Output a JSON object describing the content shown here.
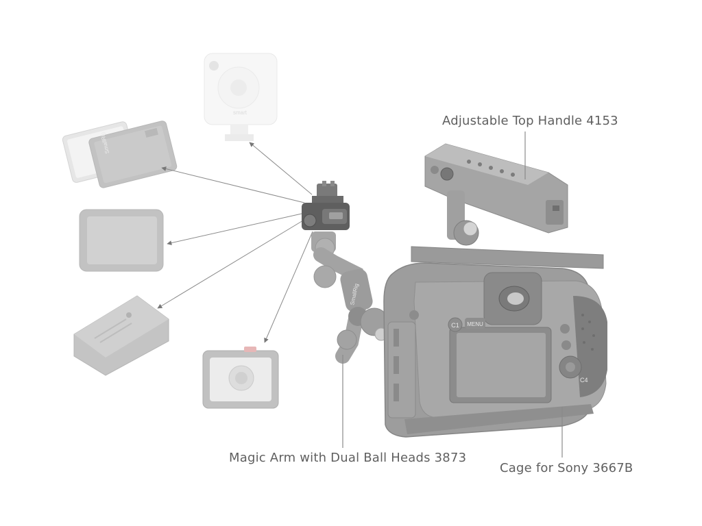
{
  "labels": {
    "top_handle": "Adjustable Top Handle 4153",
    "magic_arm": "Magic Arm with Dual Ball Heads 3873",
    "cage": "Cage for Sony 3667B"
  },
  "product_markings": {
    "brand": "SmallRig",
    "light_brand": "smart",
    "camera_buttons": [
      "C1",
      "MENU",
      "C4"
    ]
  },
  "colors": {
    "gear_dark": "#6f6f6f",
    "gear_mid": "#8c8c8c",
    "gear_light": "#b3b3b3",
    "accessory_faded": "#e9e9e9",
    "leader_line": "#8a8a8a",
    "label_text": "#5f5f5f"
  },
  "icons": [
    "arrow-head-icon",
    "cold-shoe-icon",
    "knob-icon"
  ]
}
